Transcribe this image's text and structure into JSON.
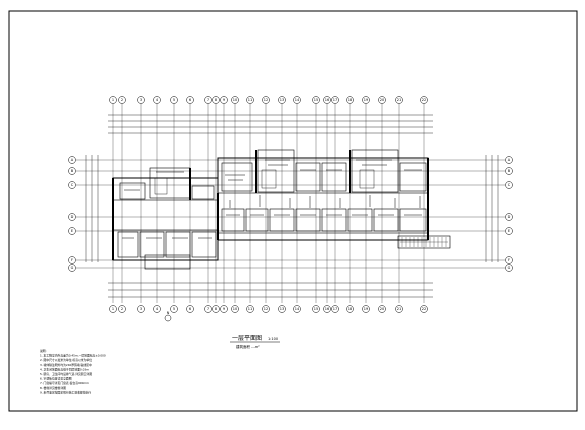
{
  "drawing": {
    "title": "一层平面图",
    "scale": "1:100",
    "subtitle": "建筑面积 ---m²",
    "top_axis_labels": [
      "1",
      "2",
      "3",
      "4",
      "5",
      "6",
      "7",
      "8",
      "9",
      "10",
      "11",
      "12",
      "13",
      "14",
      "15",
      "16",
      "17",
      "18",
      "19",
      "20",
      "21",
      "22"
    ],
    "left_axis_labels": [
      "A",
      "B",
      "C",
      "D",
      "E",
      "F",
      "G"
    ],
    "right_axis_labels": [
      "A",
      "B",
      "C",
      "D",
      "E",
      "F",
      "G"
    ],
    "north_mark": "N",
    "notes": [
      "说明:",
      "1. 本工程室内外高差为0.45m,一层地面标高±0.000",
      "2. 图中尺寸以毫米为单位,标高以米为单位",
      "3. 墙体除注明外均为240厚砖墙,轴线居中",
      "4. 卫生间地面标高低于同层地面0.03m",
      "5. 厨房、卫生间均设排气道,详见厨卫详图",
      "6. 空调板位置详见立面图",
      "7. 门窗编号详见门窗表,窗台高900mm",
      "8. 楼梯详见楼梯详图",
      "9. 未尽事宜按国家现行施工验收规范执行"
    ]
  },
  "colors": {
    "line": "#000000",
    "background": "#ffffff"
  }
}
